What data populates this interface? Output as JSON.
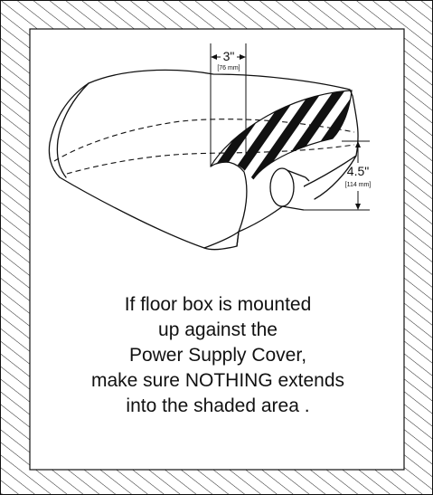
{
  "diagram": {
    "dimension_width": {
      "imperial": "3\"",
      "metric": "[76 mm]"
    },
    "dimension_height": {
      "imperial": "4.5\"",
      "metric": "[114 mm]"
    },
    "instruction_lines": [
      "If floor box is mounted",
      "up against the",
      "Power Supply Cover,",
      "make sure NOTHING extends",
      "into the shaded area ."
    ]
  }
}
